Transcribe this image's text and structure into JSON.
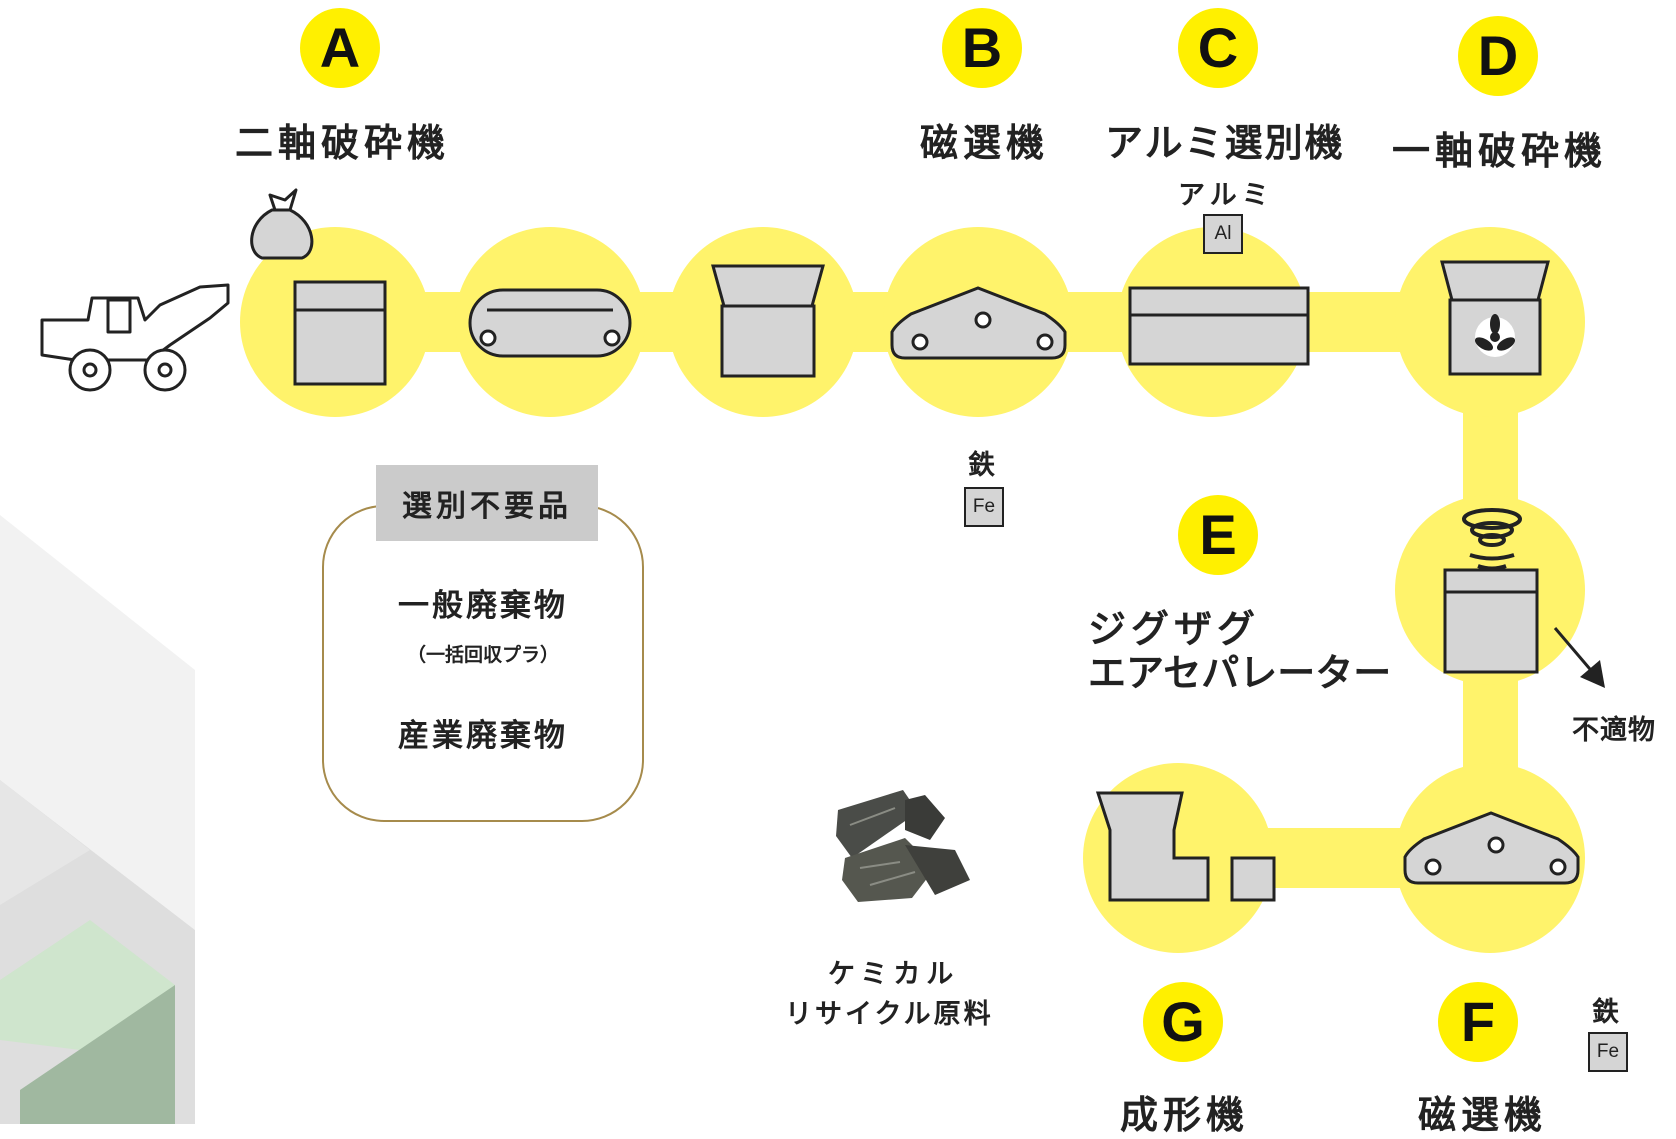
{
  "stages": {
    "a": {
      "letter": "A",
      "name": "二軸破砕機"
    },
    "b": {
      "letter": "B",
      "name": "磁選機",
      "output_label": "鉄",
      "output_symbol": "Fe"
    },
    "c": {
      "letter": "C",
      "name": "アルミ選別機",
      "output_label": "アルミ",
      "output_symbol": "Al"
    },
    "d": {
      "letter": "D",
      "name": "一軸破砕機"
    },
    "e": {
      "letter": "E",
      "name_line1": "ジグザグ",
      "name_line2": "エアセパレーター",
      "output_label": "不適物"
    },
    "f": {
      "letter": "F",
      "name": "磁選機",
      "output_label": "鉄",
      "output_symbol": "Fe"
    },
    "g": {
      "letter": "G",
      "name": "成形機"
    }
  },
  "rejected": {
    "tag": "選別不要品",
    "item1": "一般廃棄物",
    "item1_note": "（一括回収プラ）",
    "item2": "産業廃棄物"
  },
  "product": {
    "line1": "ケミカル",
    "line2": "リサイクル原料"
  },
  "colors": {
    "accent": "#fff000",
    "flow": "#fff36b",
    "machine": "#d5d5d5",
    "outline": "#222222",
    "note_border": "#a68b4c"
  }
}
